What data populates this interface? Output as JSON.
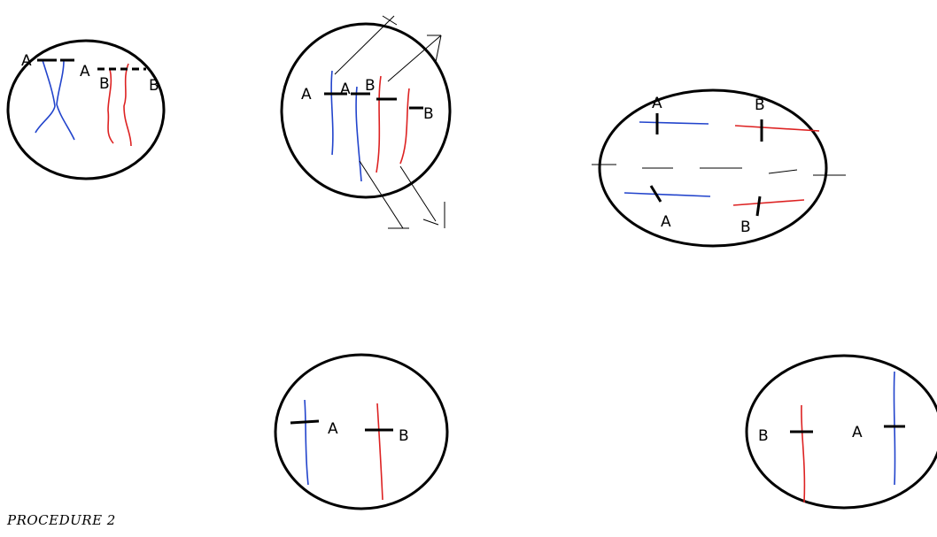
{
  "caption": "PROCEDURE 2",
  "labels": {
    "a": "A",
    "b": "B"
  },
  "colors": {
    "chromosome_a": "#2244cc",
    "chromosome_b": "#dd2222",
    "outline": "#000000"
  }
}
